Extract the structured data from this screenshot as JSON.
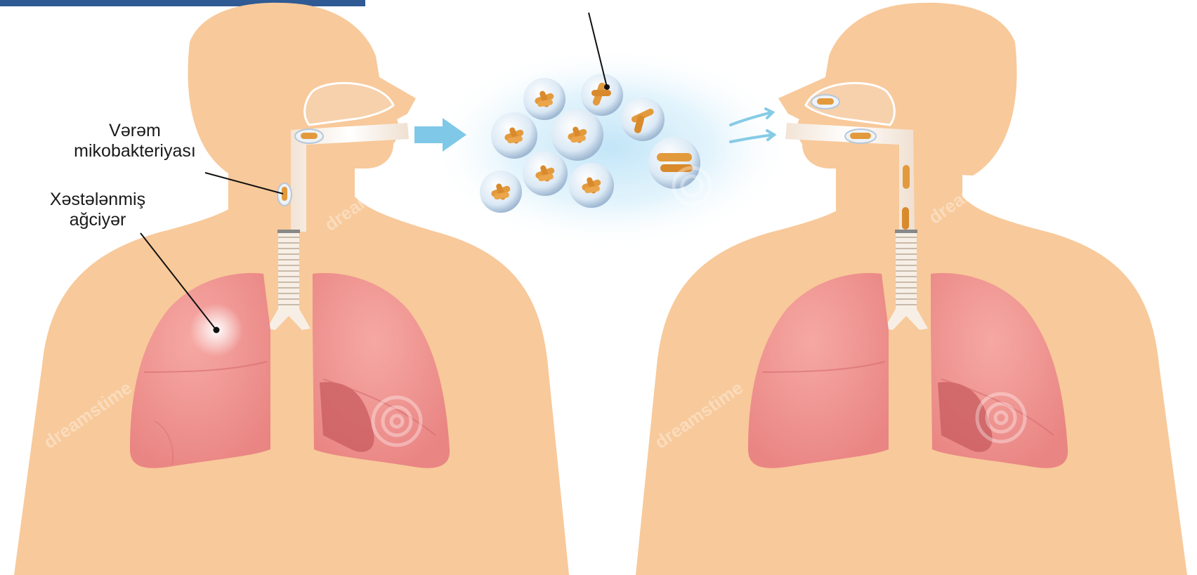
{
  "labels": {
    "bacteria": {
      "line1": "Vərəm",
      "line2": "mikobakteriyası"
    },
    "lung": {
      "line1": "Xəstələnmiş",
      "line2": "ağciyər"
    }
  },
  "watermark": "dreamstime",
  "colors": {
    "skin": "#F8C99A",
    "lung": "#EE8C8A",
    "lung_dark": "#D86A6C",
    "bacterium": "#E39A3C",
    "arrow": "#7FC8E8",
    "trachea": "#FBEFE2"
  }
}
